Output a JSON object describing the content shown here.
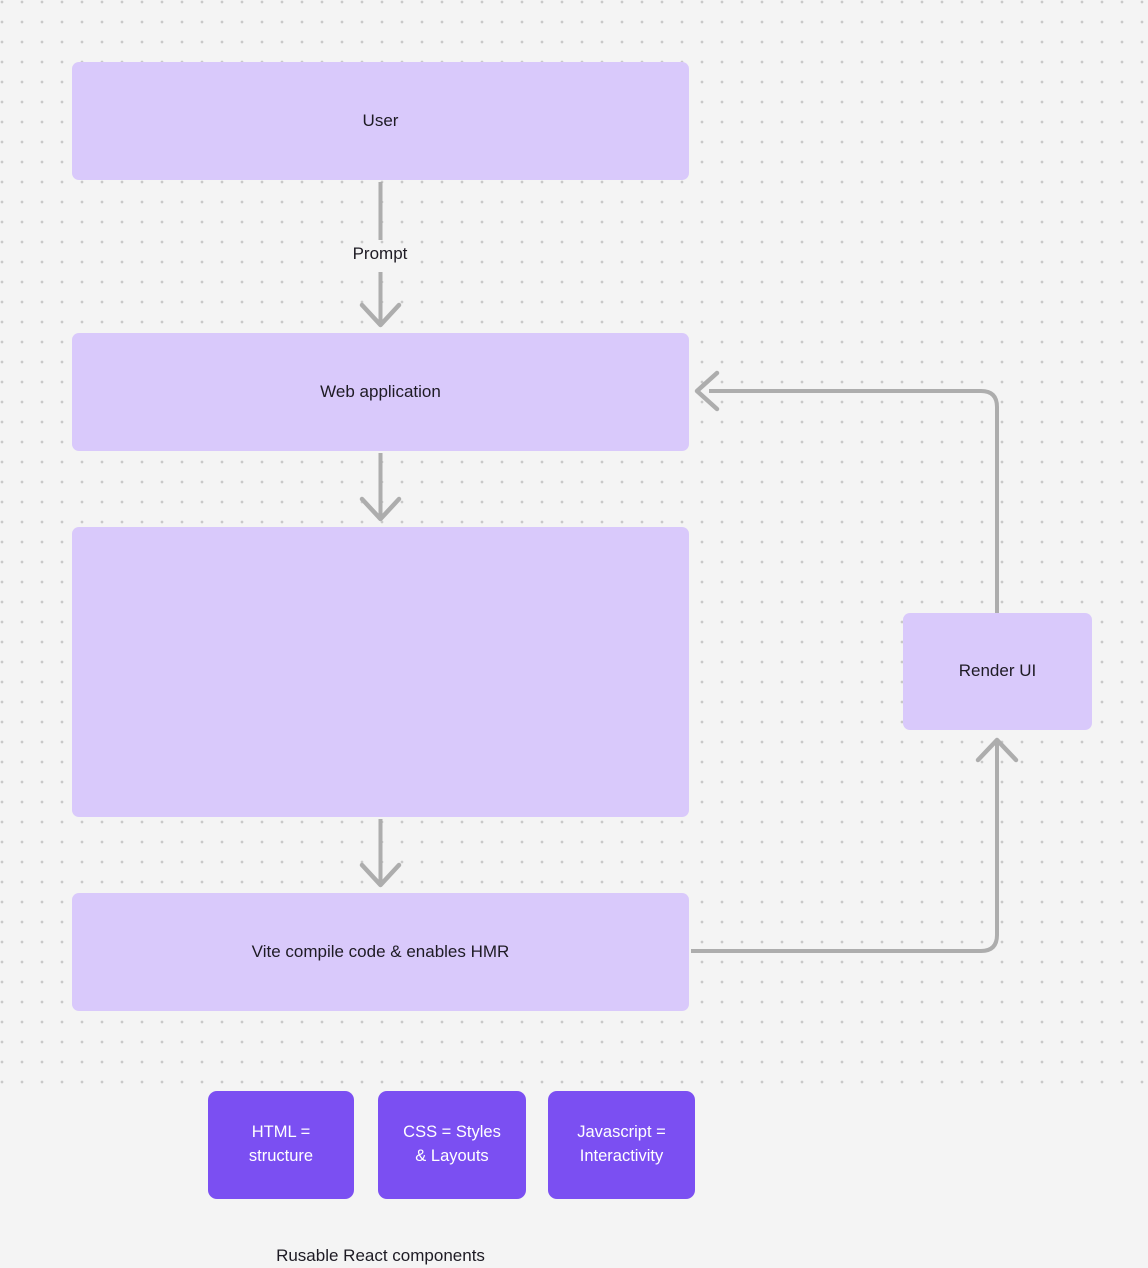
{
  "diagram": {
    "background_color": "#f4f4f4",
    "dot_color": "#c9c9c9",
    "node_fill_light": "#d9c9fb",
    "node_fill_accent": "#7b4ff2",
    "edge_color": "#adadad",
    "text_color": "#1e1b24",
    "nodes": {
      "user": {
        "label": "User"
      },
      "webapp": {
        "label": "Web application"
      },
      "components": {
        "caption": "Rusable React components",
        "children": [
          {
            "label": "HTML =\nstructure"
          },
          {
            "label": "CSS = Styles\n& Layouts"
          },
          {
            "label": "Javascript =\nInteractivity"
          }
        ]
      },
      "vite": {
        "label": "Vite compile code & enables HMR"
      },
      "render": {
        "label": "Render UI"
      }
    },
    "edges": [
      {
        "from": "user",
        "to": "webapp",
        "label": "Prompt"
      },
      {
        "from": "webapp",
        "to": "components",
        "label": ""
      },
      {
        "from": "components",
        "to": "vite",
        "label": ""
      },
      {
        "from": "vite",
        "to": "render",
        "label": ""
      },
      {
        "from": "render",
        "to": "webapp",
        "label": ""
      }
    ]
  }
}
